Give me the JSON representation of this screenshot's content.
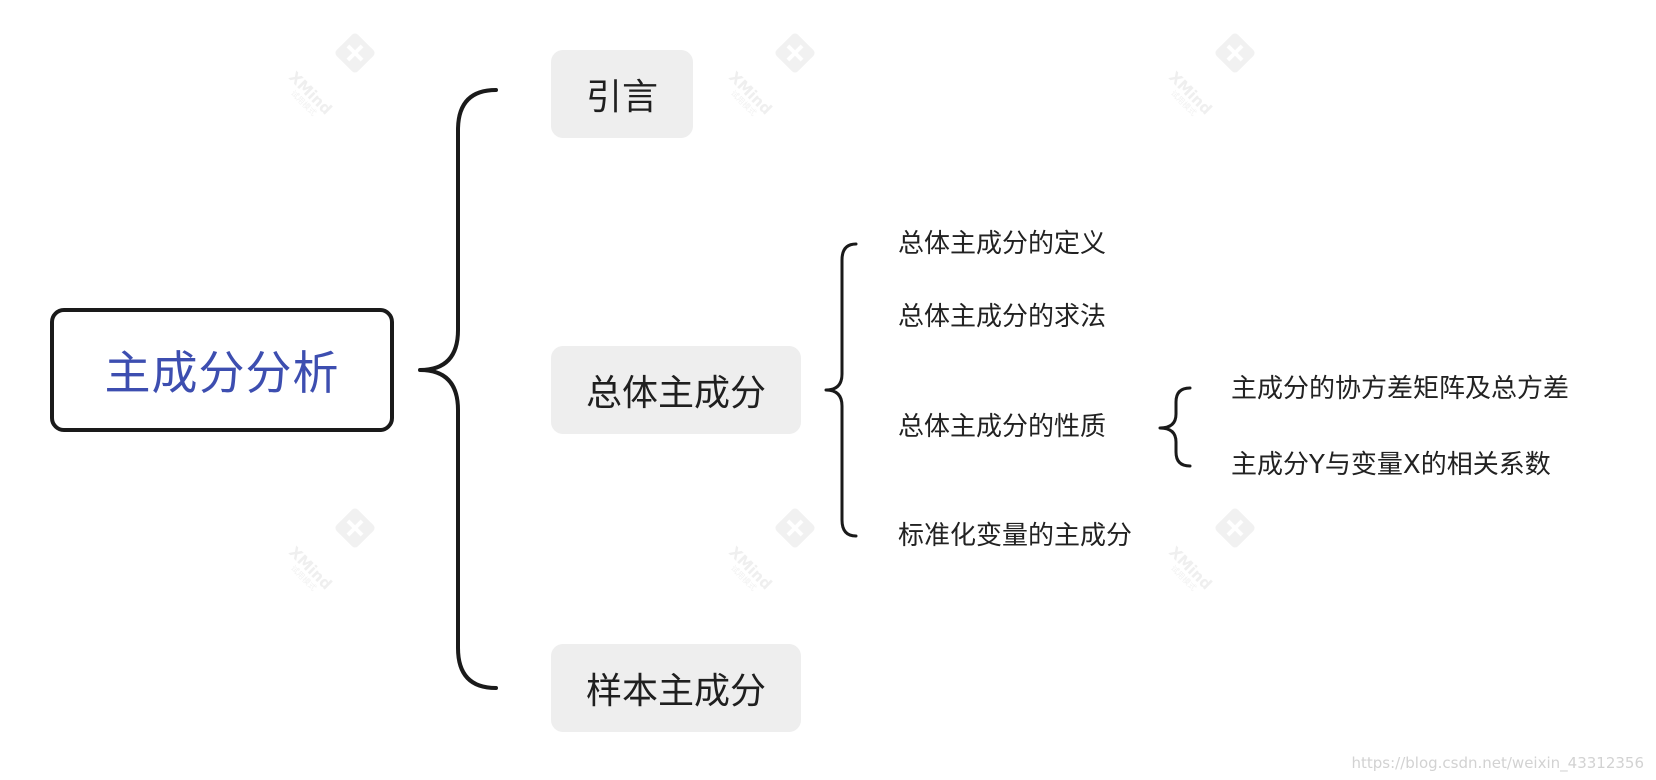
{
  "mindmap": {
    "central": {
      "label": "主成分分析"
    },
    "topics": [
      {
        "label": "引言"
      },
      {
        "label": "总体主成分",
        "children": [
          {
            "label": "总体主成分的定义"
          },
          {
            "label": "总体主成分的求法"
          },
          {
            "label": "总体主成分的性质",
            "children": [
              {
                "label": "主成分的协方差矩阵及总方差"
              },
              {
                "label": "主成分Y与变量X的相关系数"
              }
            ]
          },
          {
            "label": "标准化变量的主成分"
          }
        ]
      },
      {
        "label": "样本主成分"
      }
    ]
  },
  "watermark": {
    "brand": "XMind",
    "sub": "试用模式"
  },
  "footer": {
    "url": "https://blog.csdn.net/weixin_43312356"
  },
  "colors": {
    "central_text": "#3d4eb0",
    "central_border": "#1a1a1a",
    "topic_fill": "#eeeeee",
    "connector": "#1a1a1a",
    "watermark": "#e2e2e2"
  }
}
